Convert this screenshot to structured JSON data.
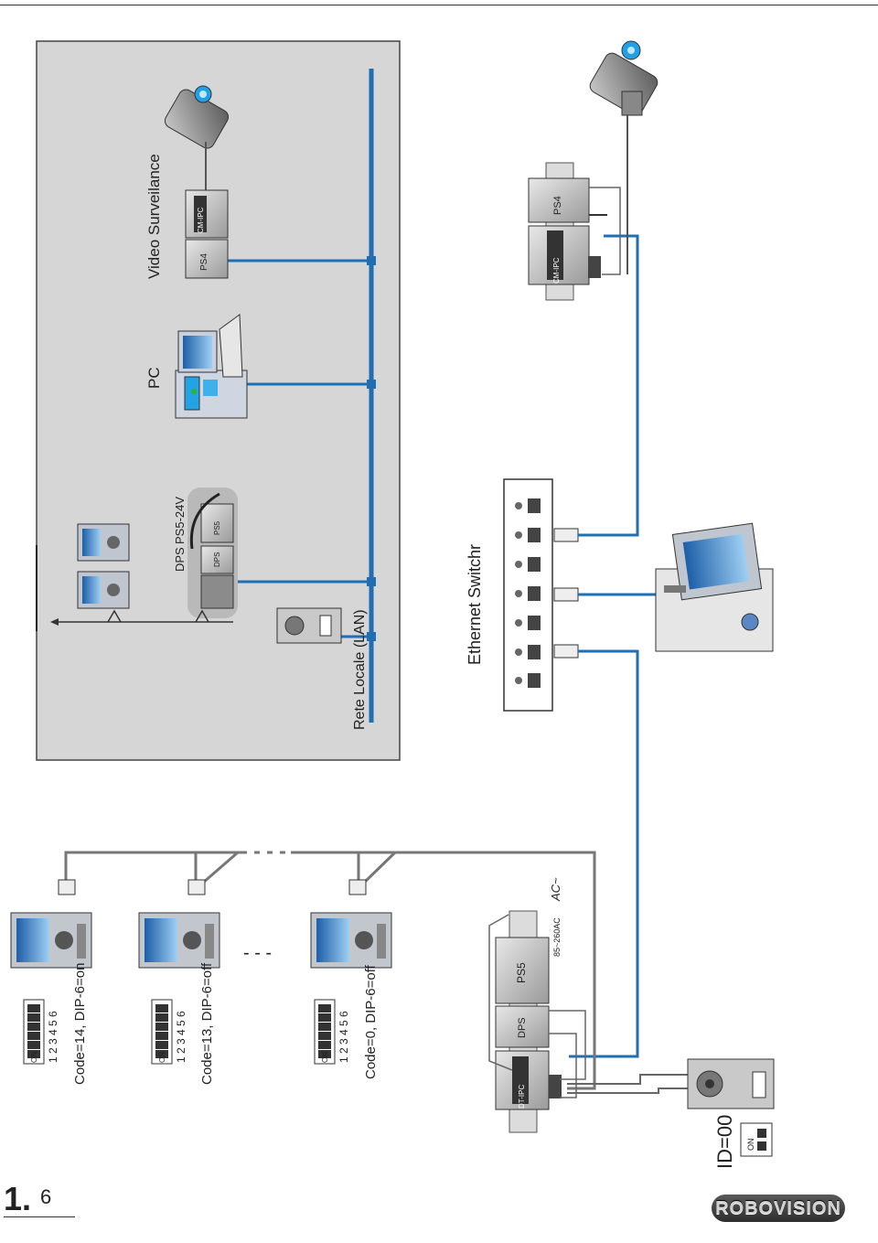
{
  "labels": {
    "video_surveillance": "Video Surveilance",
    "pc": "PC",
    "dps": "DPS",
    "ps5_24v": "PS5-24V",
    "lan": "Rete Locale (LAN)",
    "ethernet_switch": "Ethernet Switchr",
    "ps4_top": "PS4",
    "cm_ipc_top": "CM-IPC",
    "ps4_right": "PS4",
    "cm_ipc_right": "CM-IPC",
    "ps5_module": "PS5",
    "dps_module": "DPS",
    "dps_small": "DPS",
    "ps5_small": "PS5",
    "dt_ipc": "DT-IPC",
    "ac": "AC~",
    "voltage": "85~260AC",
    "code14": "Code=14, DIP-6=on",
    "code13": "Code=13, DIP-6=off",
    "code0": "Code=0, DIP-6=off",
    "dip_numbers": "1 2 3 4 5 6",
    "dip_on": "ON",
    "id00": "ID=00",
    "dots": "- - -",
    "dash_dots": "• • •"
  },
  "page": {
    "number_big": "1.",
    "number_small": "6"
  },
  "logo": "ROBOVISION",
  "colors": {
    "bus": "#1f6fb2",
    "wire": "#6e6e6e",
    "panel": "#d6d6d6",
    "panel_border": "#444444"
  }
}
